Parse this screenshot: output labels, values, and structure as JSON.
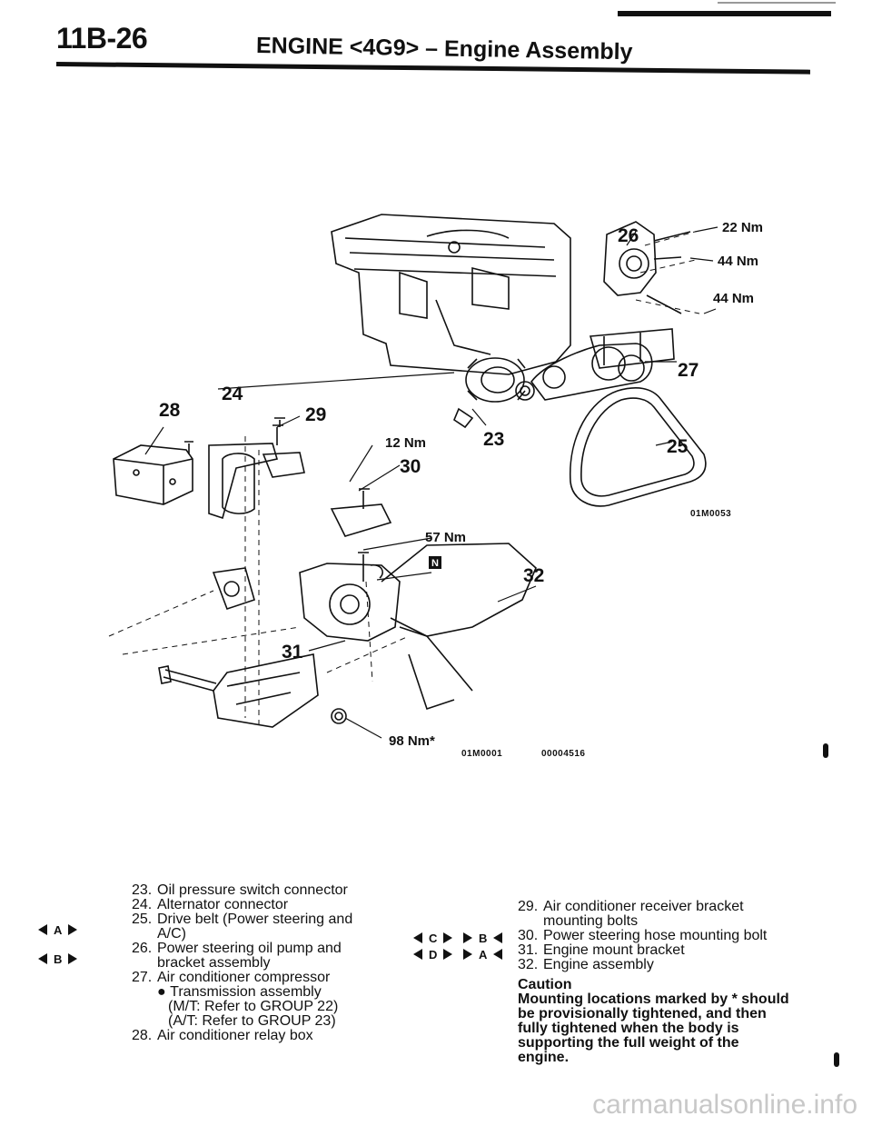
{
  "header": {
    "page_number": "11B-26",
    "title": "ENGINE <4G9> – Engine Assembly"
  },
  "diagram": {
    "callouts": {
      "c23": "23",
      "c24": "24",
      "c25": "25",
      "c26": "26",
      "c27": "27",
      "c28": "28",
      "c29": "29",
      "c30": "30",
      "c31": "31",
      "c32": "32"
    },
    "torques": {
      "t22": "22 Nm",
      "t44a": "44 Nm",
      "t44b": "44 Nm",
      "t12": "12 Nm",
      "t57": "57 Nm",
      "t98": "98 Nm*"
    },
    "marker_n": "N",
    "figure_codes": {
      "upper": "01M0053",
      "lower_a": "01M0001",
      "lower_b": "00004516"
    }
  },
  "legend_left": {
    "items": [
      {
        "num": "23.",
        "text": "Oil pressure switch connector"
      },
      {
        "num": "24.",
        "text": "Alternator connector"
      },
      {
        "num": "25.",
        "text": "Drive belt (Power steering and",
        "cont": "A/C)"
      },
      {
        "num": "26.",
        "text": "Power steering oil pump and",
        "cont": "bracket assembly"
      },
      {
        "num": "27.",
        "text": "Air conditioner compressor"
      }
    ],
    "bullet": "Transmission assembly",
    "bullet_lines": [
      "(M/T: Refer to GROUP 22)",
      "(A/T: Refer to GROUP 23)"
    ],
    "last_item": {
      "num": "28.",
      "text": "Air conditioner relay box"
    },
    "ops": {
      "a": "A",
      "b": "B"
    }
  },
  "legend_right": {
    "items": [
      {
        "num": "29.",
        "text": "Air conditioner receiver bracket",
        "cont": "mounting bolts"
      },
      {
        "num": "30.",
        "text": "Power steering hose mounting bolt"
      },
      {
        "num": "31.",
        "text": "Engine mount bracket"
      },
      {
        "num": "32.",
        "text": "Engine assembly"
      }
    ],
    "ops": {
      "c": "C",
      "b": "B",
      "d": "D",
      "a": "A"
    },
    "caution_title": "Caution",
    "caution_text": "Mounting locations marked by * should be provisionally tightened, and then fully tightened when the body is supporting the full weight of the engine."
  },
  "watermark": "carmanualsonline.info"
}
